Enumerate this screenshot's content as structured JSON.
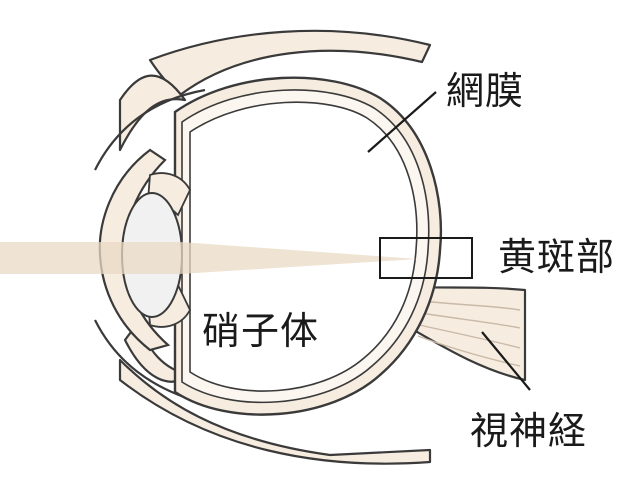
{
  "labels": {
    "retina": "網膜",
    "macula": "黄斑部",
    "vitreous": "硝子体",
    "optic_nerve": "視神経"
  },
  "colors": {
    "outline": "#3a3a3a",
    "tissue": "#f6ece0",
    "light_beam": "#ead9c4",
    "background": "#ffffff"
  }
}
